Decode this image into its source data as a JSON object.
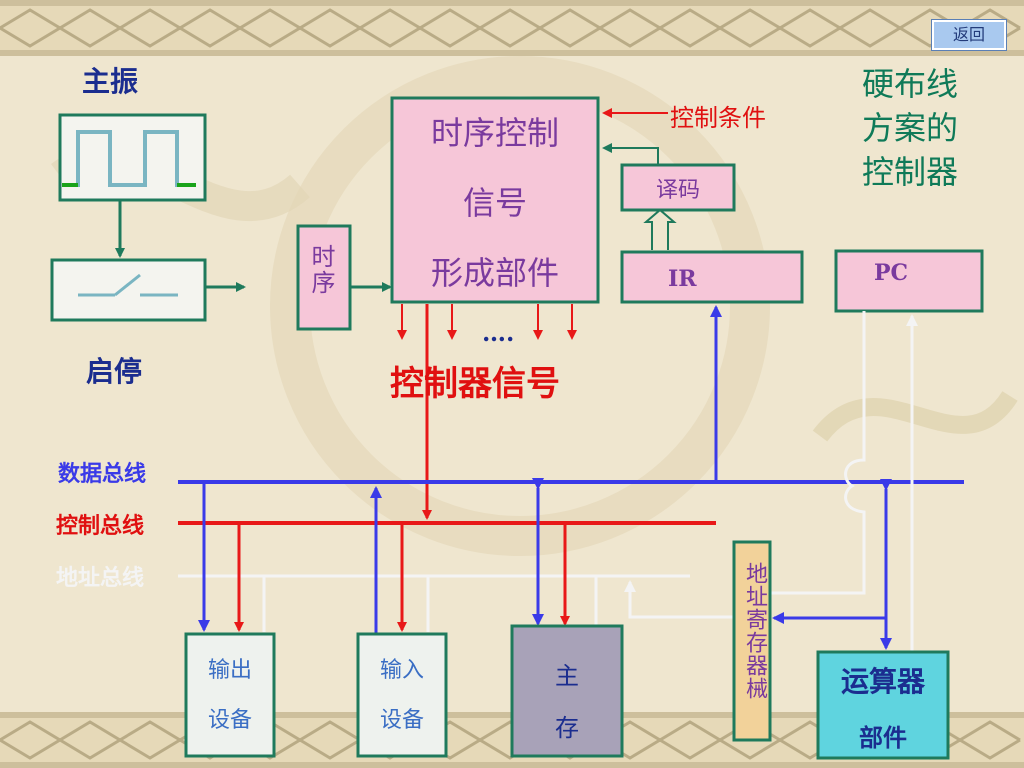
{
  "nav": {
    "back_label": "返回"
  },
  "title": {
    "line1": "硬布线",
    "line2": "方案的",
    "line3": "控制器"
  },
  "oscillator": {
    "label": "主振"
  },
  "startstop": {
    "label": "启停"
  },
  "timing": {
    "label": "时序"
  },
  "signal_gen": {
    "line1": "时序控制",
    "line2": "信号",
    "line3": "形成部件"
  },
  "control_condition": {
    "label": "控制条件"
  },
  "decoder": {
    "label": "译码"
  },
  "ir": {
    "label": "IR"
  },
  "pc": {
    "label": "PC"
  },
  "dots": {
    "label": "…."
  },
  "controller_signal": {
    "label": "控制器信号"
  },
  "buses": {
    "data": {
      "label": "数据总线",
      "color": "#3a3ae8"
    },
    "control": {
      "label": "控制总线",
      "color": "#e81818"
    },
    "address": {
      "label": "地址总线",
      "color": "#f4f4f4"
    }
  },
  "output_device": {
    "line1": "输出",
    "line2": "设备"
  },
  "input_device": {
    "line1": "输入",
    "line2": "设备"
  },
  "memory": {
    "line1": "主",
    "line2": "存"
  },
  "mar": {
    "label": "地址寄存器械"
  },
  "alu": {
    "line1": "运算器",
    "line2": "部件"
  },
  "colors": {
    "pink_box": "#f6c6d8",
    "box_border": "#1f7a5c",
    "green_text": "#0f7a58",
    "navy_text": "#1b2d8f",
    "purple_text": "#7a3a9e",
    "red_text": "#e01010"
  }
}
